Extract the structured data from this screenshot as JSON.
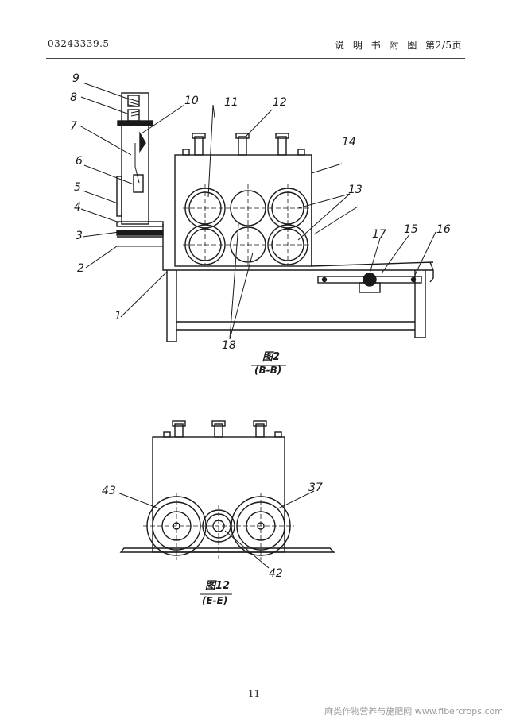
{
  "header": {
    "doc_number": "03243339.5",
    "title": "说 明 书 附 图 第2/5页"
  },
  "figure_2": {
    "caption": "图2",
    "section": "(B-B)",
    "callouts": [
      "9",
      "8",
      "10",
      "11",
      "12",
      "14",
      "7",
      "6",
      "5",
      "4",
      "13",
      "17",
      "15",
      "16",
      "3",
      "2",
      "1",
      "18"
    ]
  },
  "figure_12": {
    "caption": "图12",
    "section": "(E-E)",
    "callouts": [
      "43",
      "37",
      "42"
    ]
  },
  "page_number": "11",
  "watermark": "麻类作物营养与施肥网 www.fibercrops.com"
}
